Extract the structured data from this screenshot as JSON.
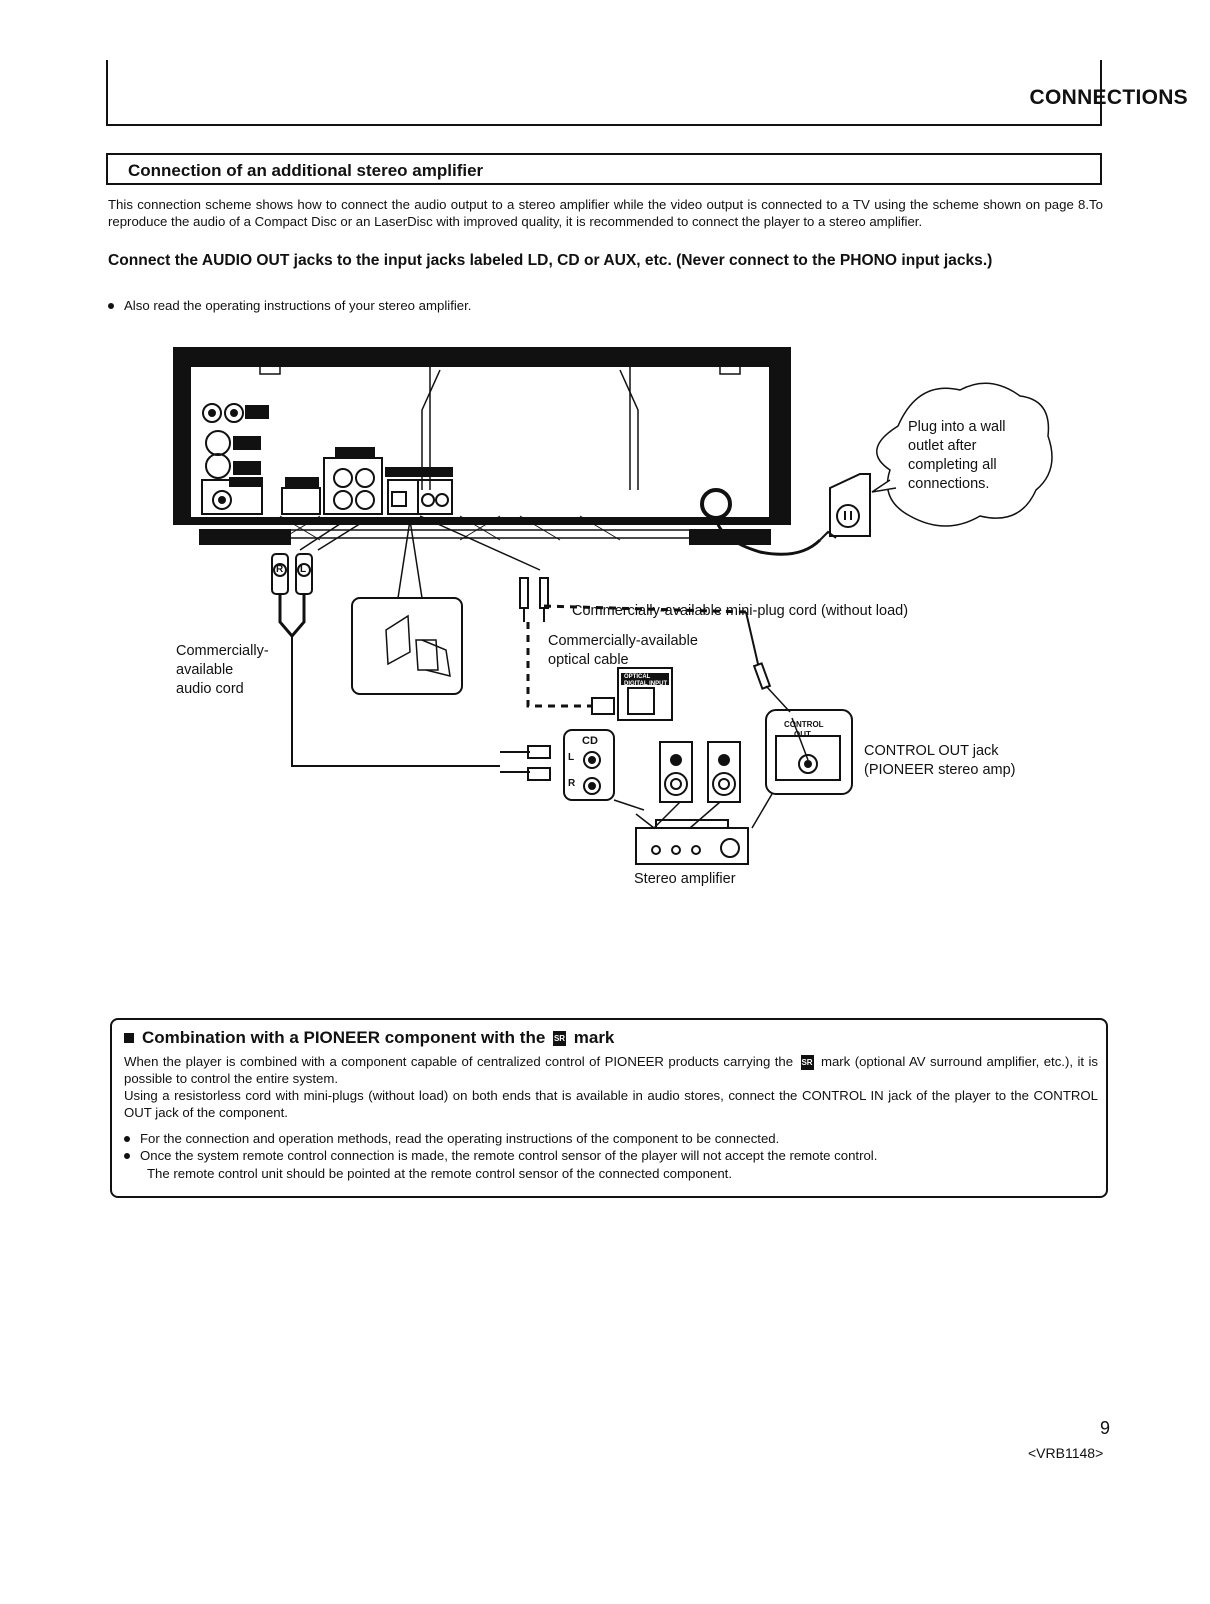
{
  "header": {
    "title": "CONNECTIONS"
  },
  "section": {
    "title": "Connection of an additional stereo amplifier",
    "intro": "This connection scheme shows how to connect the audio output to a stereo amplifier while the video output is connected to a TV using the scheme shown on page 8.To reproduce the audio of a Compact Disc or an LaserDisc with improved quality, it is recommended to connect the player to a stereo amplifier.",
    "warning": "Connect the AUDIO OUT jacks to the input jacks labeled LD, CD or AUX, etc. (Never connect to the PHONO input jacks.)",
    "bullet": "Also read the operating instructions of your stereo amplifier."
  },
  "diagram": {
    "wall_plug_note": [
      "Plug into a wall",
      "outlet after",
      "completing all",
      "connections."
    ],
    "mini_plug_cord": "Commercially-available mini-plug cord (without load)",
    "optical_cable": [
      "Commercially-available",
      "optical cable"
    ],
    "audio_cord": [
      "Commercially-",
      "available",
      "audio cord"
    ],
    "control_out_jack": [
      "CONTROL OUT jack",
      "(PIONEER stereo amp)"
    ],
    "stereo_amplifier": "Stereo amplifier",
    "jack_cd": "CD",
    "jack_l": "L",
    "jack_r": "R",
    "control_out_small": [
      "CONTROL",
      "OUT"
    ],
    "optical_digital_input": [
      "OPTICAL",
      "DIGITAL INPUT"
    ],
    "plug_r": "R",
    "plug_l": "L"
  },
  "combination": {
    "title_before": "Combination with a PIONEER component with the",
    "title_after": "mark",
    "sr_mark": "SR",
    "para1_before": "When the player is combined with a component capable of centralized control of PIONEER products carrying the",
    "para1_after": "mark (optional AV surround amplifier, etc.), it is possible to control the entire system.",
    "para2": "Using a resistorless cord with mini-plugs (without load) on both ends that is available in audio stores, connect the CONTROL IN jack of the player to the CONTROL OUT jack of the component.",
    "bullet1": "For the connection and operation methods, read the operating instructions of the component to be connected.",
    "bullet2_line1": "Once the system remote control connection is made, the remote control sensor of the player will not accept the remote control.",
    "bullet2_line2": "The remote control unit should be pointed at the remote control  sensor of the connected component."
  },
  "footer": {
    "page_number": "9",
    "doc_code": "<VRB1148>"
  }
}
